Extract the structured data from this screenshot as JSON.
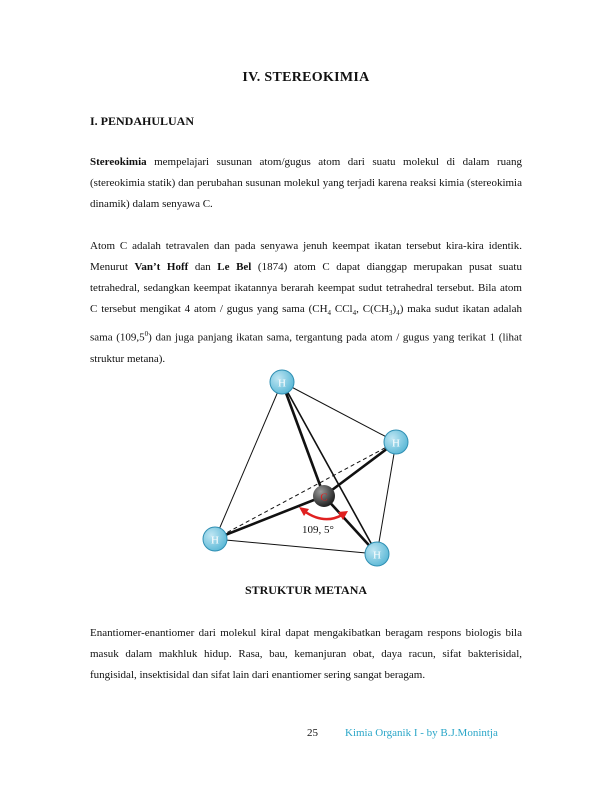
{
  "chapter_title": "IV. STEREOKIMIA",
  "section_title": "I. PENDAHULUAN",
  "para1": {
    "term": "Stereokimia",
    "text": " mempelajari susunan atom/gugus atom dari suatu molekul di dalam ruang (stereokimia statik) dan perubahan susunan molekul yang terjadi karena reaksi kimia (stereokimia dinamik) dalam senyawa C."
  },
  "para2": {
    "t1": "Atom C adalah tetravalen dan pada senyawa jenuh keempat ikatan tersebut kira-kira identik. Menurut ",
    "name1": "Van’t Hoff",
    "t2": " dan ",
    "name2": "Le Bel",
    "t3": " (1874) atom C dapat dianggap merupakan pusat suatu tetrahedral, sedangkan keempat ikatannya berarah keempat sudut tetrahedral tersebut. Bila atom C tersebut mengikat 4 atom / gugus yang sama (CH",
    "sub1": "4",
    "t4": " CCl",
    "sub2": "4",
    "t5": ", C(CH",
    "sub3": "3",
    "t6": ")",
    "sub4": "4",
    "t7": ") maka sudut ikatan adalah sama (109,5",
    "sup1": "0",
    "t8": ") dan juga panjang ikatan sama, tergantung pada atom / gugus yang terikat 1 (lihat struktur metana)."
  },
  "diagram": {
    "h_label": "H",
    "c_label": "C",
    "angle_label": "109, 5°",
    "atom_color": "#5bb8d6",
    "atom_edge": "#2f8fb3",
    "carbon_color": "#333333",
    "carbon_label_color": "#e02020",
    "arc_color": "#e02020"
  },
  "caption": "STRUKTUR  METANA",
  "para3": "Enantiomer-enantiomer dari molekul kiral dapat mengakibatkan beragam respons biologis bila masuk dalam makhluk hidup. Rasa, bau, kemanjuran obat, daya racun, sifat bakterisidal, fungisidal, insektisidal dan sifat lain dari enantiomer sering sangat beragam.",
  "footer": {
    "page_number": "25",
    "book": "Kimia Organik I  -  by  B.J.Monintja"
  }
}
